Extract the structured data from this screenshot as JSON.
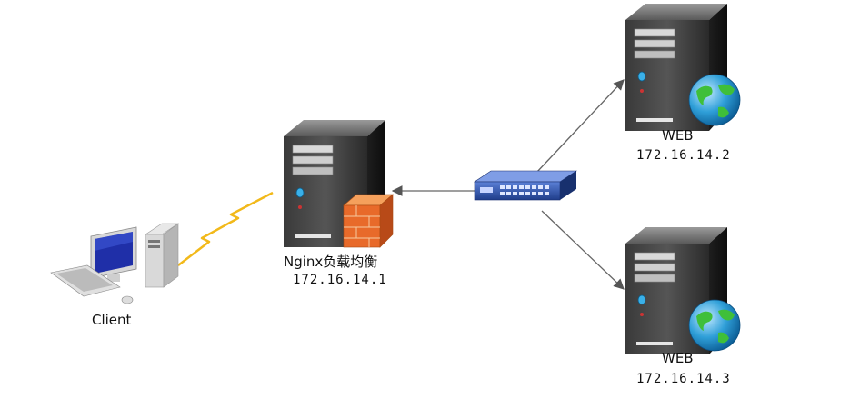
{
  "nodes": {
    "client": {
      "label": "Client",
      "icon": "client-computer-icon"
    },
    "nginx": {
      "label": "Nginx负载均衡",
      "ip": "172.16.14.1",
      "icon": "server-with-firewall-icon"
    },
    "switch": {
      "label": "",
      "icon": "network-switch-icon"
    },
    "web1": {
      "label": "WEB",
      "ip": "172.16.14.2",
      "icon": "web-server-icon"
    },
    "web2": {
      "label": "WEB",
      "ip": "172.16.14.3",
      "icon": "web-server-icon"
    }
  },
  "connections": [
    {
      "from": "client",
      "to": "nginx",
      "style": "lightning"
    },
    {
      "from": "switch",
      "to": "nginx",
      "style": "arrow"
    },
    {
      "from": "switch",
      "to": "web1",
      "style": "arrow"
    },
    {
      "from": "switch",
      "to": "web2",
      "style": "arrow"
    }
  ],
  "colors": {
    "background": "#ffffff",
    "connector": "#666666",
    "lightning": "#f2b91a",
    "switch": "#2a4fa8",
    "firewall": "#e86a2a",
    "globe": "#2f9fd8"
  }
}
